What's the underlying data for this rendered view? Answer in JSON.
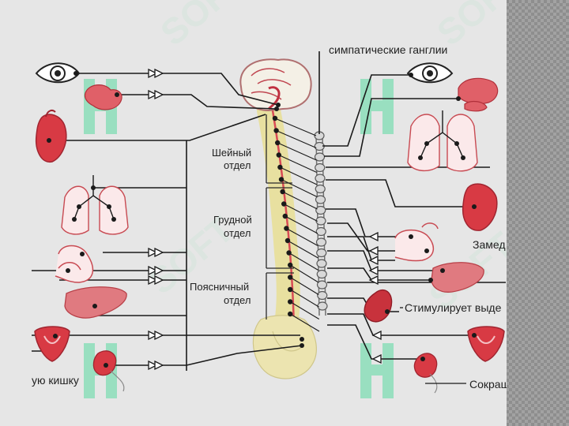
{
  "labels": {
    "ganglia": "симпатические ганглии",
    "cervical_1": "Шейный",
    "cervical_2": "отдел",
    "thoracic_1": "Грудной",
    "thoracic_2": "отдел",
    "lumbar_1": "Поясничный",
    "lumbar_2": "отдел",
    "slows": "Замед",
    "stimulates": "Стимулирует выде",
    "contracts": "Сокраш",
    "intestine": "ую кишку"
  },
  "watermark": {
    "text": "SOFT"
  },
  "colors": {
    "background": "#e6e6e6",
    "organ_red": "#c8323c",
    "organ_pink": "#e98a8e",
    "spine_yellow": "#e8e0a0",
    "watermark_green": "#6fd6a8",
    "nerve": "#1a1a1a",
    "pattern_strip": "#9a9a9a"
  }
}
